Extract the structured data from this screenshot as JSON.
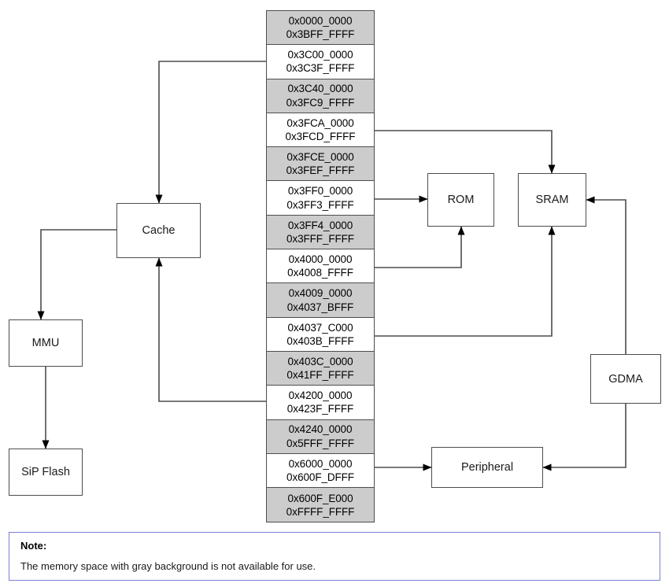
{
  "diagram": {
    "title": "memory-map-block-diagram",
    "memory_blocks": [
      {
        "start": "0x0000_0000",
        "end": "0x3BFF_FFFF",
        "available": false
      },
      {
        "start": "0x3C00_0000",
        "end": "0x3C3F_FFFF",
        "available": true
      },
      {
        "start": "0x3C40_0000",
        "end": "0x3FC9_FFFF",
        "available": false
      },
      {
        "start": "0x3FCA_0000",
        "end": "0x3FCD_FFFF",
        "available": true
      },
      {
        "start": "0x3FCE_0000",
        "end": "0x3FEF_FFFF",
        "available": false
      },
      {
        "start": "0x3FF0_0000",
        "end": "0x3FF3_FFFF",
        "available": true
      },
      {
        "start": "0x3FF4_0000",
        "end": "0x3FFF_FFFF",
        "available": false
      },
      {
        "start": "0x4000_0000",
        "end": "0x4008_FFFF",
        "available": true
      },
      {
        "start": "0x4009_0000",
        "end": "0x4037_BFFF",
        "available": false
      },
      {
        "start": "0x4037_C000",
        "end": "0x403B_FFFF",
        "available": true
      },
      {
        "start": "0x403C_0000",
        "end": "0x41FF_FFFF",
        "available": false
      },
      {
        "start": "0x4200_0000",
        "end": "0x423F_FFFF",
        "available": true
      },
      {
        "start": "0x4240_0000",
        "end": "0x5FFF_FFFF",
        "available": false
      },
      {
        "start": "0x6000_0000",
        "end": "0x600F_DFFF",
        "available": true
      },
      {
        "start": "0x600F_E000",
        "end": "0xFFFF_FFFF",
        "available": false
      }
    ],
    "nodes": {
      "cache": "Cache",
      "mmu": "MMU",
      "sip_flash": "SiP Flash",
      "rom": "ROM",
      "sram": "SRAM",
      "gdma": "GDMA",
      "peripheral": "Peripheral"
    },
    "colors": {
      "unavailable_fill": "#cccccc",
      "available_fill": "#ffffff",
      "stroke": "#4d4d4d",
      "note_border": "#7b7fd4"
    }
  },
  "note": {
    "title": "Note:",
    "body": "The memory space with gray background is not available for use."
  }
}
